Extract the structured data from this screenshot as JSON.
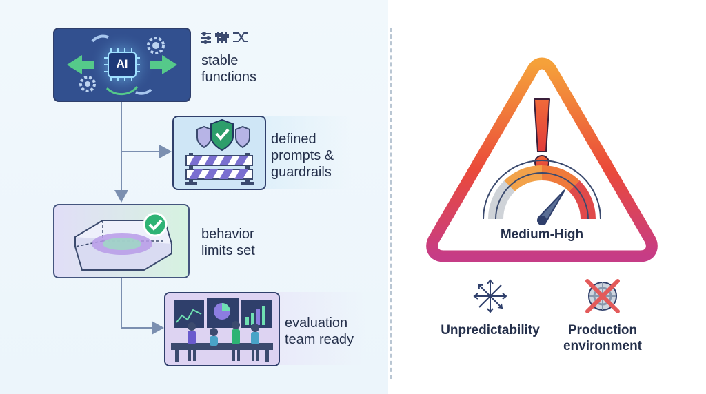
{
  "steps": [
    {
      "name": "stable-functions",
      "lines": [
        "stable",
        "functions"
      ],
      "chip_text": "AI"
    },
    {
      "name": "defined-prompts",
      "lines": [
        "defined",
        "prompts &",
        "guardrails"
      ]
    },
    {
      "name": "behavior-limits",
      "lines": [
        "behavior",
        "limits set"
      ]
    },
    {
      "name": "evaluation-team",
      "lines": [
        "evaluation",
        "team ready"
      ]
    }
  ],
  "risk": {
    "level_text": "Medium-High"
  },
  "factors": [
    {
      "name": "unpredictability",
      "lines": [
        "Unpredictability"
      ]
    },
    {
      "name": "production-environment",
      "lines": [
        "Production",
        "environment"
      ]
    }
  ],
  "colors": {
    "card_border": "#2f3f6b",
    "text": "#25304b",
    "warning_gradient": [
      "#f28a2f",
      "#e8403b",
      "#c63c86"
    ],
    "accent_green": "#2eb374"
  }
}
